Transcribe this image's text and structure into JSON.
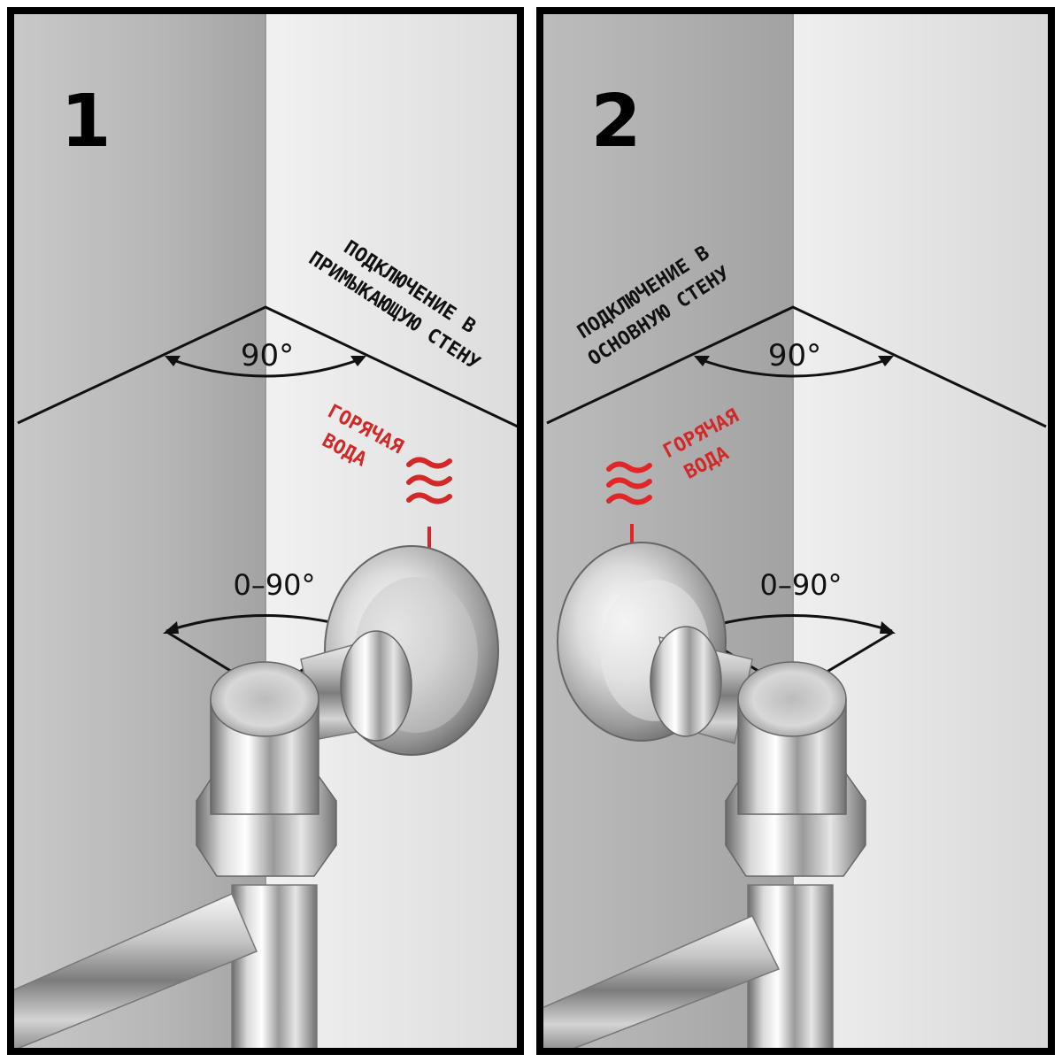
{
  "colors": {
    "frame": "#000000",
    "wall_dark": "#a7a7a7",
    "wall_light": "#e4e4e4",
    "accent_red": "#d22828",
    "chrome_light": "#f4f4f4",
    "chrome_dark": "#5c5c5c"
  },
  "panels": [
    {
      "number": "1",
      "wall_label_lines": [
        "ПОДКЛЮЧЕНИЕ В",
        "ПРИМЫКАЮЩУЮ СТЕНУ"
      ],
      "corner_angle": "90°",
      "hot_water_lines": [
        "ГОРЯЧАЯ",
        "ВОДА"
      ],
      "rotation_angle": "0–90°",
      "wave_icon": "waves-icon"
    },
    {
      "number": "2",
      "wall_label_lines": [
        "ПОДКЛЮЧЕНИЕ В",
        "ОСНОВНУЮ СТЕНУ"
      ],
      "corner_angle": "90°",
      "hot_water_lines": [
        "ГОРЯЧАЯ",
        "ВОДА"
      ],
      "rotation_angle": "0–90°",
      "wave_icon": "waves-icon"
    }
  ]
}
